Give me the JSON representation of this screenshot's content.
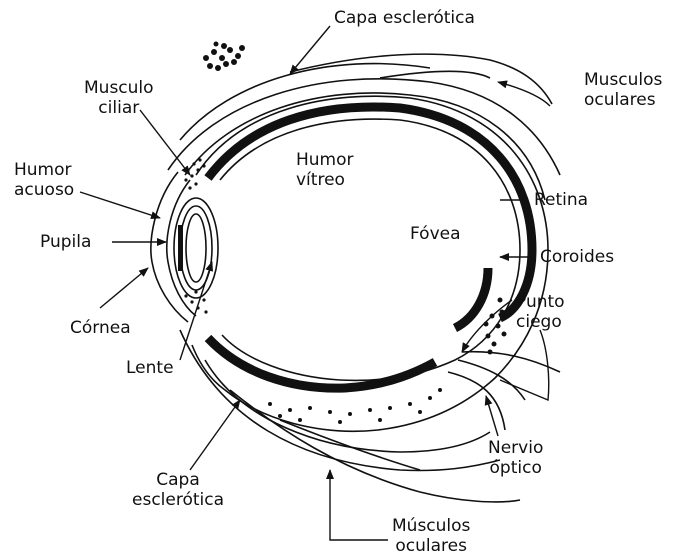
{
  "labels": {
    "capa_esclerotica_top": "Capa esclerótica",
    "musculos_oculares_top_1": "Musculos",
    "musculos_oculares_top_2": "oculares",
    "musculo_ciliar_1": "Musculo",
    "musculo_ciliar_2": "ciliar",
    "humor_acuoso_1": "Humor",
    "humor_acuoso_2": "acuoso",
    "humor_vitreo_1": "Humor",
    "humor_vitreo_2": "vítreo",
    "pupila": "Pupila",
    "cornea": "Córnea",
    "retina": "Retina",
    "fovea": "Fóvea",
    "coroides": "Coroides",
    "punto_ciego_1": "Punto",
    "punto_ciego_2": "ciego",
    "lente": "Lente",
    "nervio_optico_1": "Nervio",
    "nervio_optico_2": "óptico",
    "capa_esclerotica_bottom_1": "Capa",
    "capa_esclerotica_bottom_2": "esclerótica",
    "musculos_oculares_bottom_1": "Músculos",
    "musculos_oculares_bottom_2": "oculares"
  }
}
